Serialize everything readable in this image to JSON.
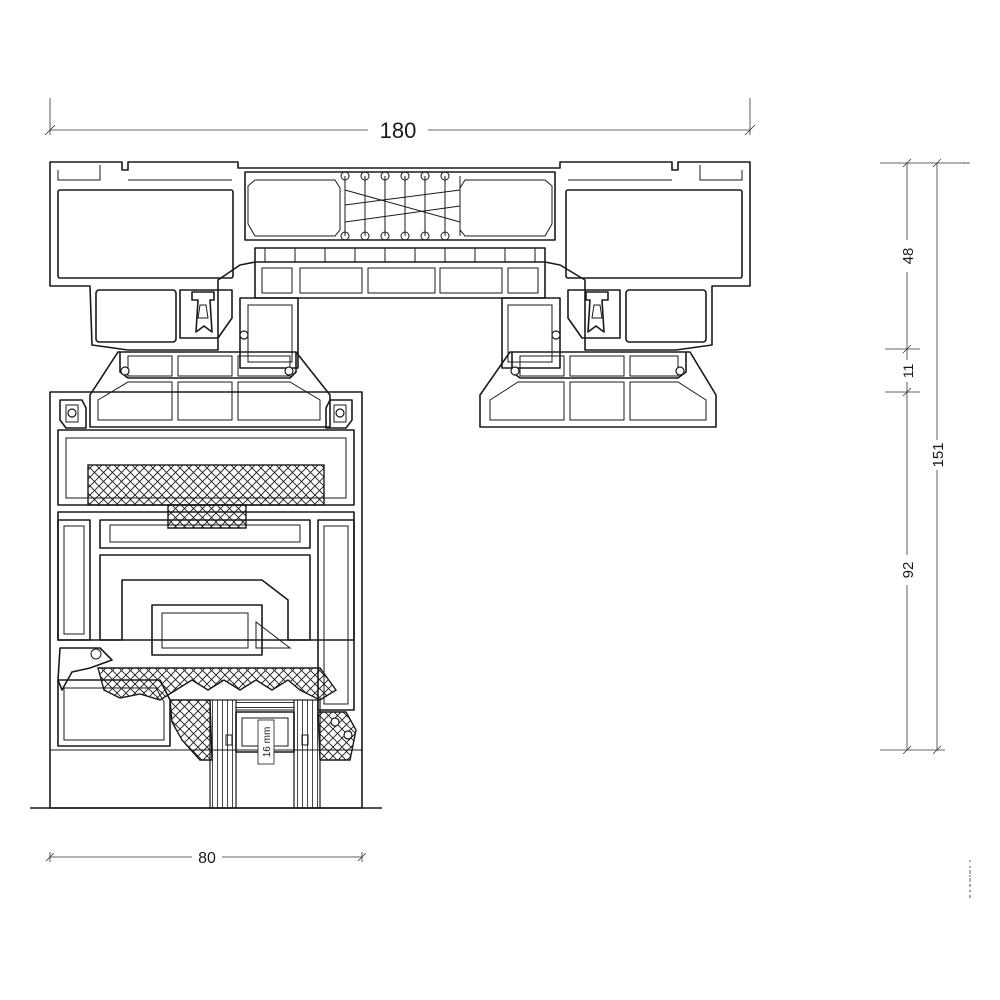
{
  "dimensions": {
    "top_width": "180",
    "bottom_width": "80",
    "right_height_total": "151",
    "right_height_upper": "48",
    "right_height_middle": "11",
    "right_height_lower": "92"
  },
  "glass_label": "16 mm",
  "colors": {
    "line": "#1a1a1a",
    "background": "#ffffff"
  }
}
